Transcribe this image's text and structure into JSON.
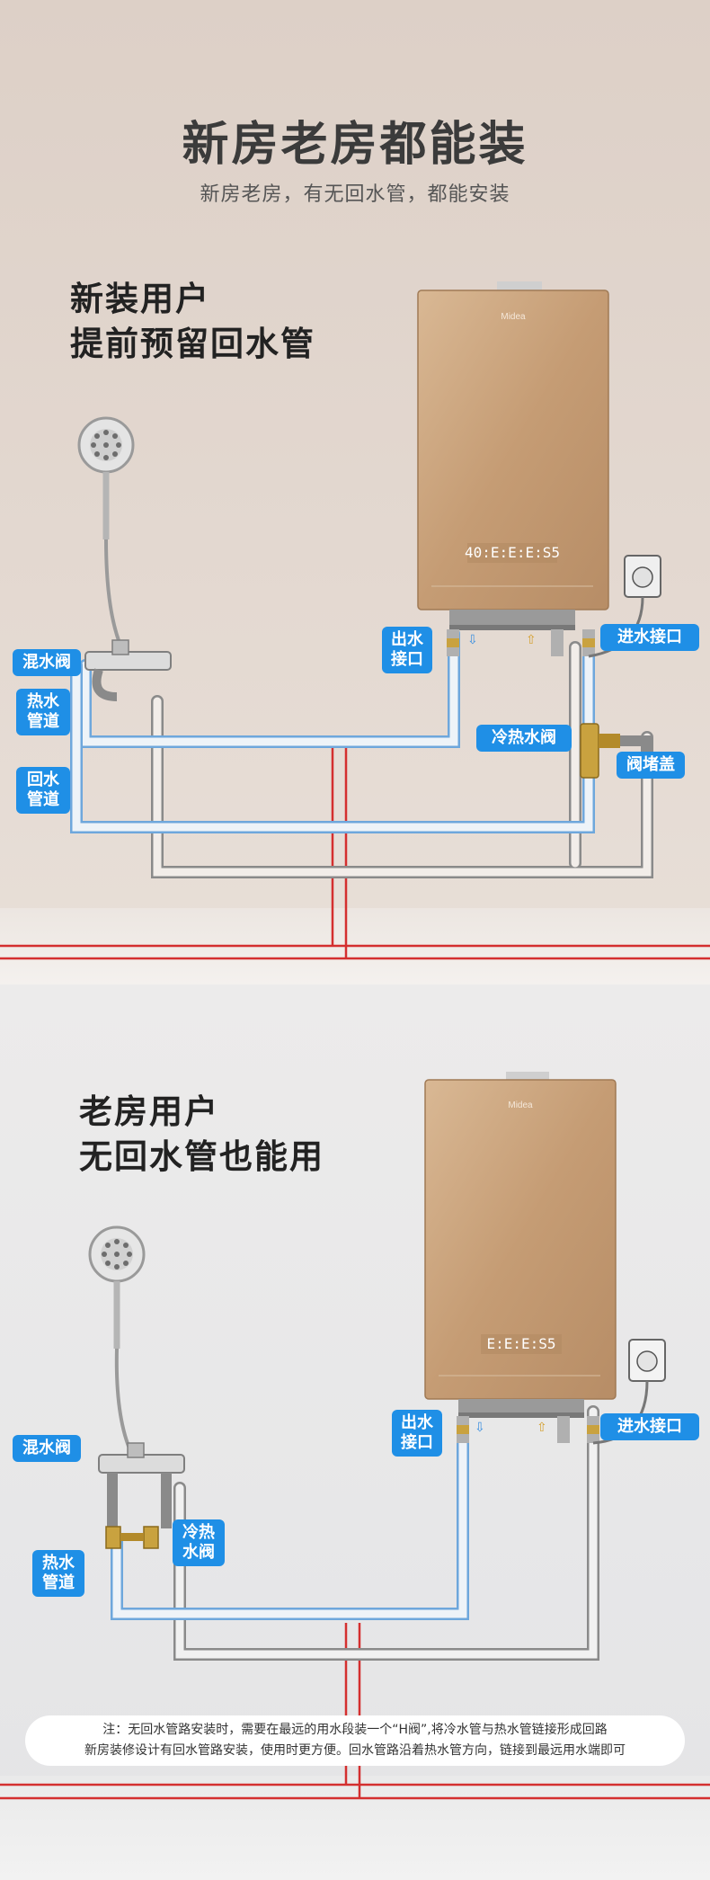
{
  "header": {
    "title": "新房老房都能装",
    "subtitle": "新房老房，有无回水管，都能安装"
  },
  "new_home": {
    "heading_line1": "新装用户",
    "heading_line2": "提前预留回水管",
    "labels": {
      "mixing_valve": "混水阀",
      "hot_water_pipe_1": "热水",
      "hot_water_pipe_2": "管道",
      "return_pipe_1": "回水",
      "return_pipe_2": "管道",
      "outlet_1": "出水",
      "outlet_2": "接口",
      "inlet": "进水接口",
      "hot_cold_valve": "冷热水阀",
      "valve_cap": "阀堵盖"
    },
    "heater": {
      "brand": "Midea",
      "display": "40:E:E:E:S5"
    }
  },
  "old_home": {
    "heading_line1": "老房用户",
    "heading_line2": "无回水管也能用",
    "labels": {
      "mixing_valve": "混水阀",
      "hot_cold_valve_1": "冷热",
      "hot_cold_valve_2": "水阀",
      "hot_water_pipe_1": "热水",
      "hot_water_pipe_2": "管道",
      "outlet_1": "出水",
      "outlet_2": "接口",
      "inlet": "进水接口"
    },
    "heater": {
      "brand": "Midea",
      "display": "E:E:E:S5"
    }
  },
  "note": {
    "line1": "注：无回水管路安装时，需要在最远的用水段装一个“H阀”,将冷水管与热水管链接形成回路",
    "line2": "新房装修设计有回水管路安装，使用时更方便。回水管路沿着热水管方向，链接到最远用水端即可"
  },
  "colors": {
    "accent_blue": "#1f8fe6",
    "red_pipe": "#d42f2f",
    "heater_gold": "#c9a27c"
  }
}
